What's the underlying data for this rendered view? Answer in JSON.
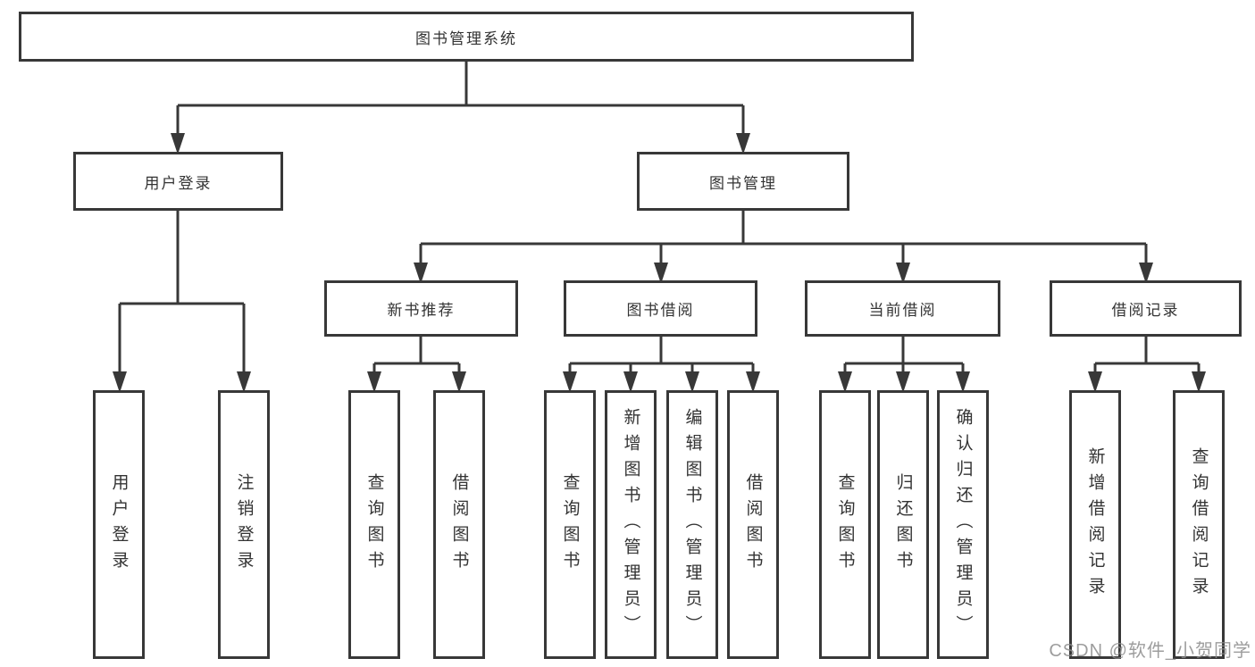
{
  "tree": {
    "root": "图书管理系统",
    "user_login": "用户登录",
    "book_mgmt": "图书管理",
    "new_book_rec": "新书推荐",
    "book_borrow": "图书借阅",
    "current_borrow": "当前借阅",
    "borrow_records": "借阅记录",
    "leaves": {
      "user_login_leaf": "用户登录",
      "logout": "注销登录",
      "rec_query_book": "查询图书",
      "rec_borrow_book": "借阅图书",
      "borrow_query_book": "查询图书",
      "borrow_add_book": "新增图书（管理员）",
      "borrow_edit_book": "编辑图书（管理员）",
      "borrow_borrow_book": "借阅图书",
      "cur_query_book": "查询图书",
      "cur_return_book": "归还图书",
      "cur_confirm_return": "确认归还（管理员）",
      "hist_add_record": "新增借阅记录",
      "hist_query_record": "查询借阅记录"
    }
  },
  "colors": {
    "line": "#383838",
    "border": "#383838",
    "text": "#333333",
    "watermark": "#8c8c8c"
  },
  "watermark": "CSDN @软件_小贺同学"
}
